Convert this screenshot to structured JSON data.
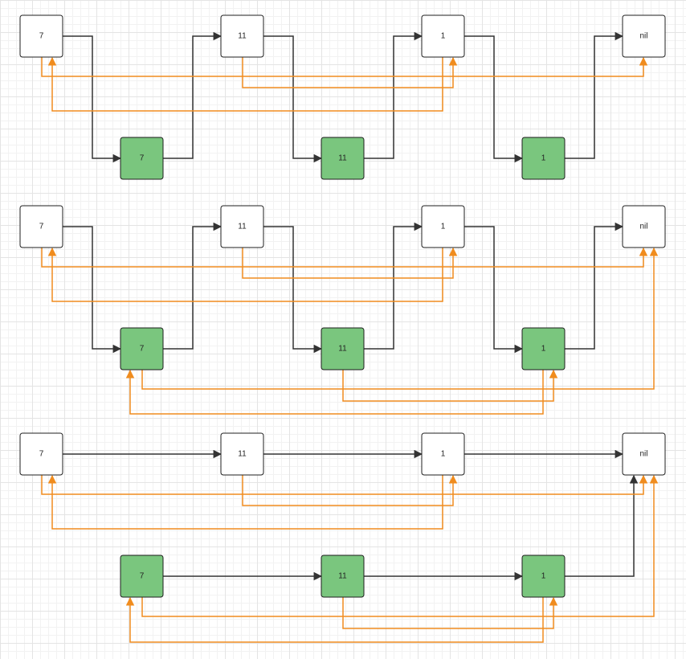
{
  "colors": {
    "next_edge": "#333333",
    "random_edge": "#f08c1e",
    "original_fill": "#ffffff",
    "copy_fill": "#7ac67e"
  },
  "stages": [
    {
      "nodes": [
        {
          "id": "a7",
          "label": "7",
          "kind": "original"
        },
        {
          "id": "a11",
          "label": "11",
          "kind": "original"
        },
        {
          "id": "a1",
          "label": "1",
          "kind": "original"
        },
        {
          "id": "anil",
          "label": "nil",
          "kind": "original"
        },
        {
          "id": "b7",
          "label": "7",
          "kind": "copy"
        },
        {
          "id": "b11",
          "label": "11",
          "kind": "copy"
        },
        {
          "id": "b1",
          "label": "1",
          "kind": "copy"
        }
      ]
    },
    {
      "nodes": [
        {
          "id": "a7",
          "label": "7",
          "kind": "original"
        },
        {
          "id": "a11",
          "label": "11",
          "kind": "original"
        },
        {
          "id": "a1",
          "label": "1",
          "kind": "original"
        },
        {
          "id": "anil",
          "label": "nil",
          "kind": "original"
        },
        {
          "id": "b7",
          "label": "7",
          "kind": "copy"
        },
        {
          "id": "b11",
          "label": "11",
          "kind": "copy"
        },
        {
          "id": "b1",
          "label": "1",
          "kind": "copy"
        }
      ]
    },
    {
      "nodes": [
        {
          "id": "a7",
          "label": "7",
          "kind": "original"
        },
        {
          "id": "a11",
          "label": "11",
          "kind": "original"
        },
        {
          "id": "a1",
          "label": "1",
          "kind": "original"
        },
        {
          "id": "anil",
          "label": "nil",
          "kind": "original"
        },
        {
          "id": "b7",
          "label": "7",
          "kind": "copy"
        },
        {
          "id": "b11",
          "label": "11",
          "kind": "copy"
        },
        {
          "id": "b1",
          "label": "1",
          "kind": "copy"
        }
      ]
    }
  ]
}
